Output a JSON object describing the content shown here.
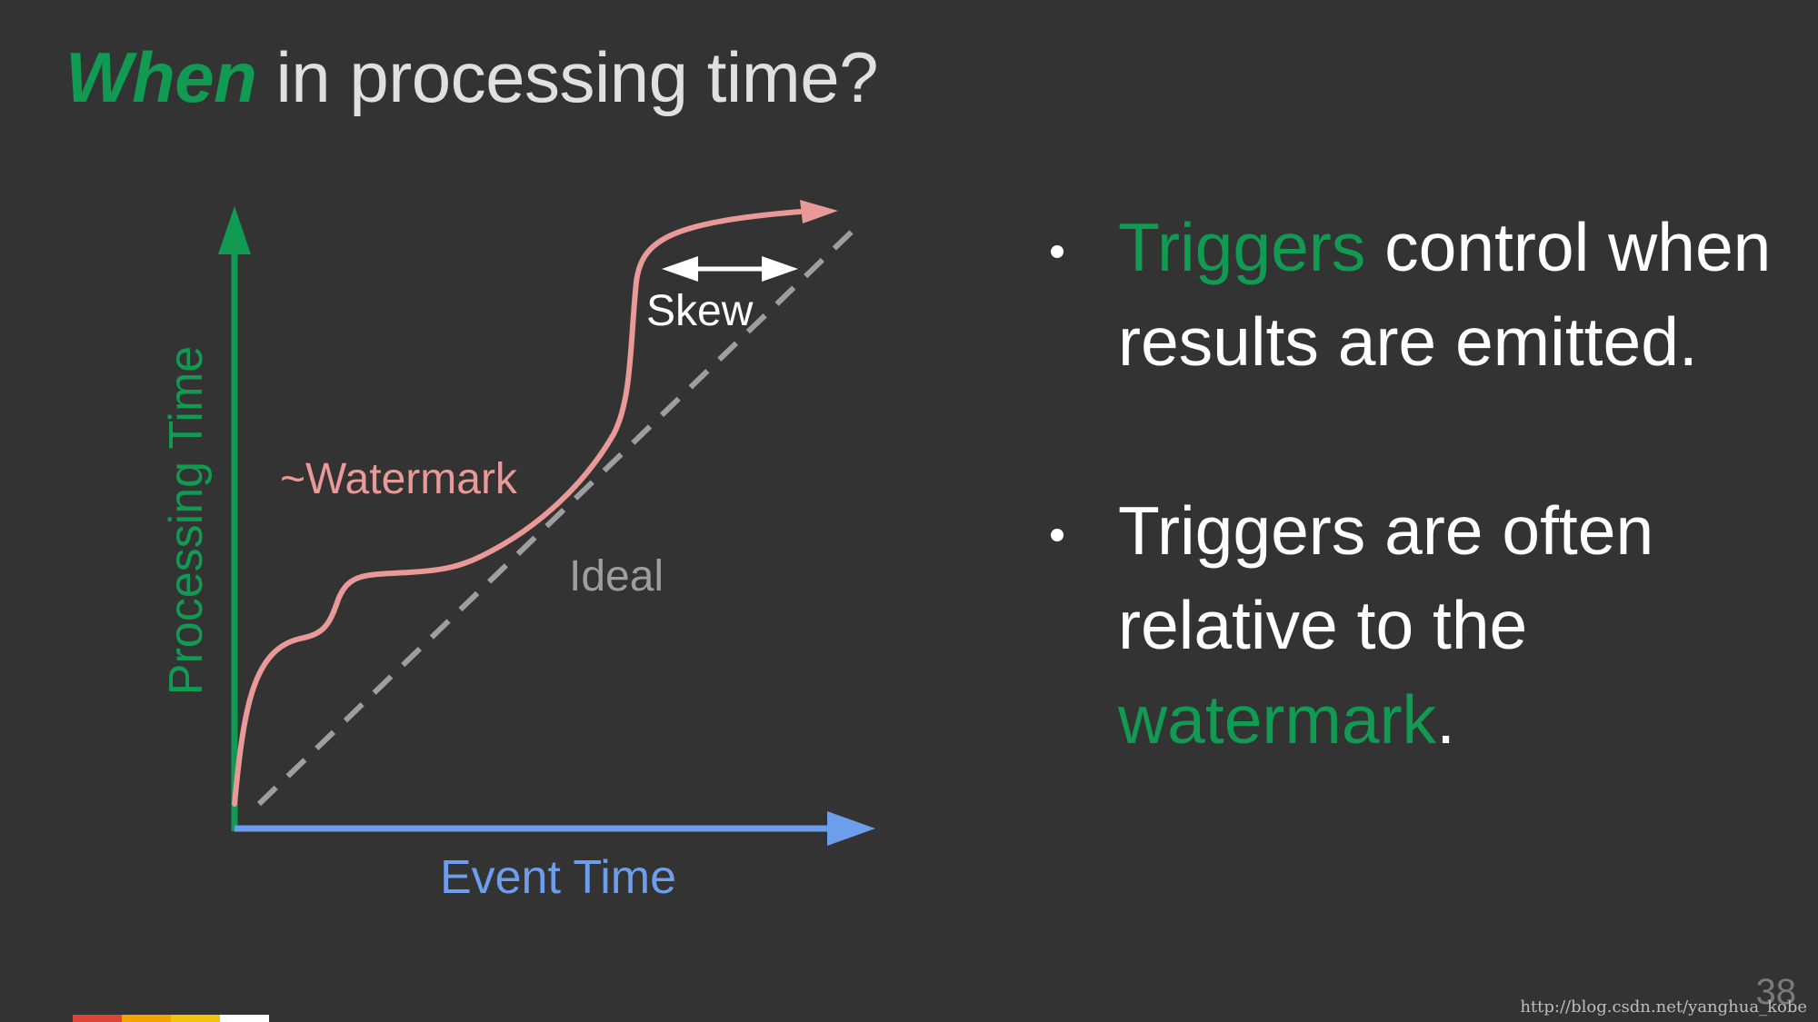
{
  "slide": {
    "title_em": "When",
    "title_rest": " in processing time?",
    "page_number": "38",
    "source_url": "http://blog.csdn.net/yanghua_kobe"
  },
  "diagram": {
    "y_axis_label": "Processing Time",
    "x_axis_label": "Event Time",
    "watermark_label": "~Watermark",
    "ideal_label": "Ideal",
    "skew_label": "Skew"
  },
  "bullets": [
    {
      "highlight": "Triggers",
      "text": " control when results are emitted."
    },
    {
      "text": "Triggers are often relative to the ",
      "highlight": "watermark",
      "tail": "."
    }
  ],
  "colors": {
    "background": "#333333",
    "green": "#119a52",
    "blue": "#6d9eeb",
    "pink": "#ea9999",
    "ideal_gray": "#9e9e9e",
    "strip": [
      "#db4437",
      "#f4a400",
      "#f4c20d",
      "#ffffff"
    ]
  }
}
